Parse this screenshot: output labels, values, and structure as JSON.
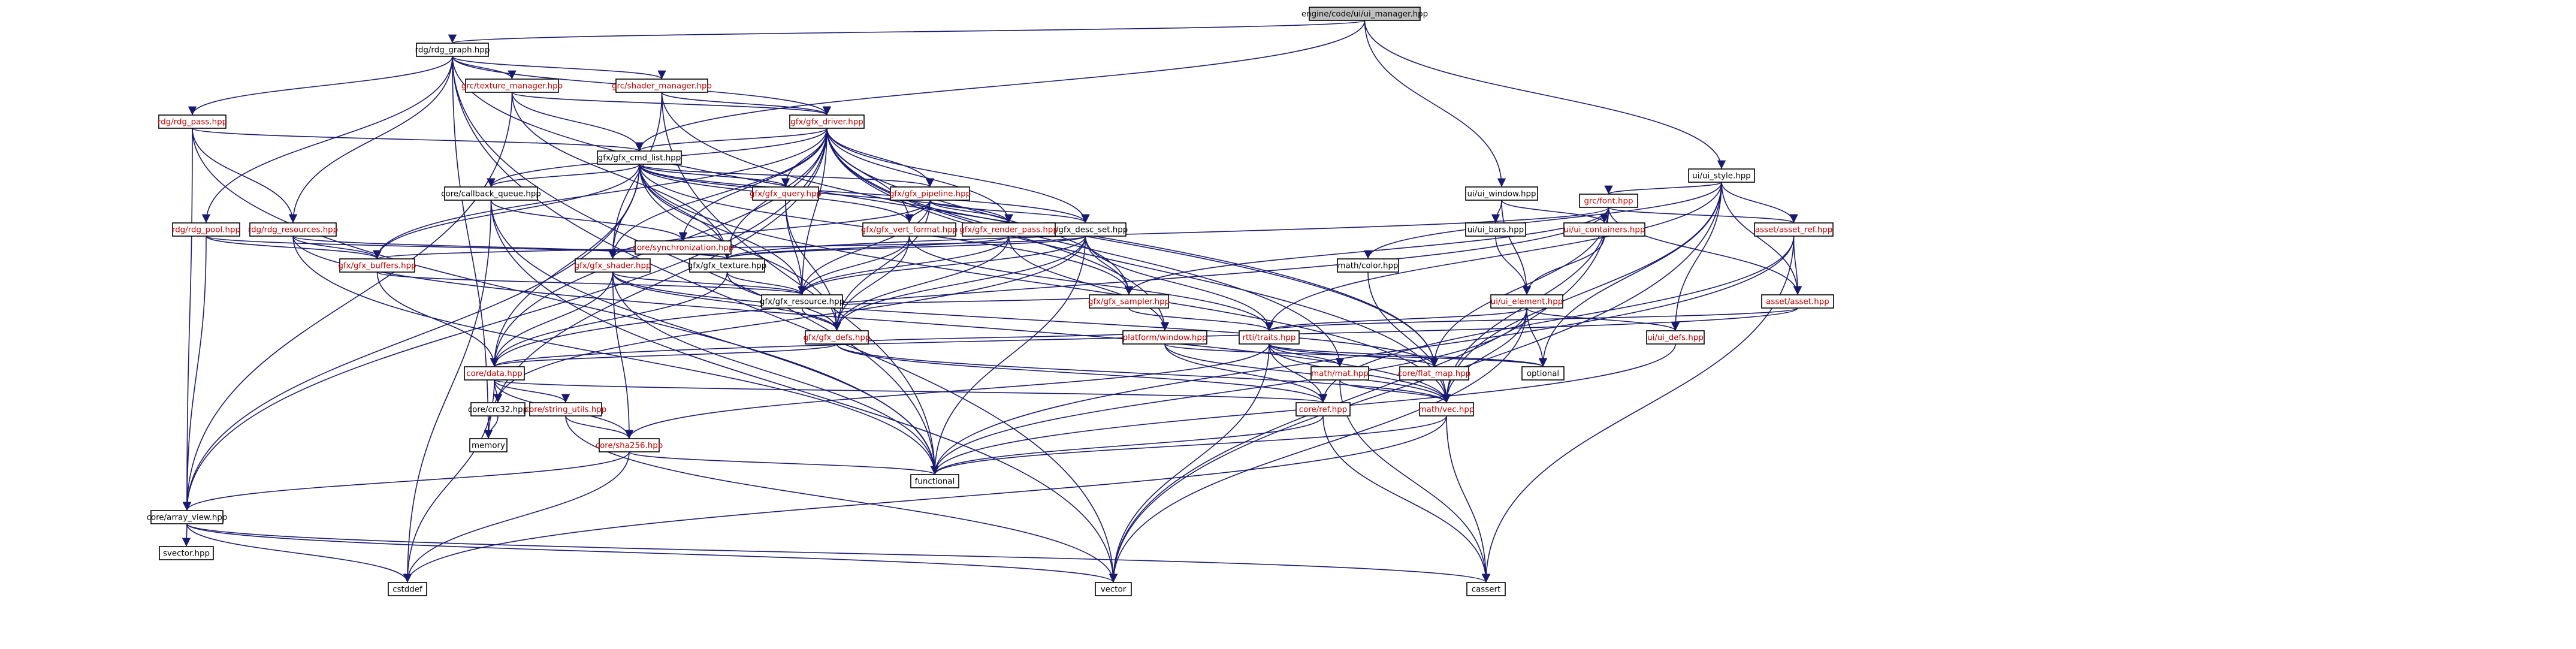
{
  "diagram": {
    "root": "engine/code/ui/ui_manager.hpp",
    "colors": {
      "root_fill": "#bfbfbf",
      "node_fill": "#ffffff",
      "node_border": "#000000",
      "text_default": "#000000",
      "text_link": "#cc0000",
      "text_external": "#000000",
      "edge": "#191970"
    },
    "nodes": [
      {
        "id": "root",
        "label": "engine/code/ui/ui_manager.hpp",
        "kind": "root"
      },
      {
        "id": "rdg_graph",
        "label": "rdg/rdg_graph.hpp",
        "kind": "file"
      },
      {
        "id": "ui_style",
        "label": "ui/ui_style.hpp",
        "kind": "file"
      },
      {
        "id": "texture_manager",
        "label": "grc/texture_manager.hpp",
        "kind": "link"
      },
      {
        "id": "shader_manager",
        "label": "grc/shader_manager.hpp",
        "kind": "link"
      },
      {
        "id": "rdg_pass",
        "label": "rdg/rdg_pass.hpp",
        "kind": "link"
      },
      {
        "id": "gfx_driver",
        "label": "gfx/gfx_driver.hpp",
        "kind": "link"
      },
      {
        "id": "gfx_cmd_list",
        "label": "gfx/gfx_cmd_list.hpp",
        "kind": "file"
      },
      {
        "id": "ui_window",
        "label": "ui/ui_window.hpp",
        "kind": "file"
      },
      {
        "id": "grc_font",
        "label": "grc/font.hpp",
        "kind": "link"
      },
      {
        "id": "callback_queue",
        "label": "core/callback_queue.hpp",
        "kind": "file"
      },
      {
        "id": "gfx_query",
        "label": "gfx/gfx_query.hpp",
        "kind": "link"
      },
      {
        "id": "gfx_pipeline",
        "label": "gfx/gfx_pipeline.hpp",
        "kind": "link"
      },
      {
        "id": "gfx_desc_set",
        "label": "gfx/gfx_desc_set.hpp",
        "kind": "file"
      },
      {
        "id": "rdg_pool",
        "label": "rdg/rdg_pool.hpp",
        "kind": "link"
      },
      {
        "id": "rdg_resources",
        "label": "rdg/rdg_resources.hpp",
        "kind": "link"
      },
      {
        "id": "synchronization",
        "label": "core/synchronization.hpp",
        "kind": "link"
      },
      {
        "id": "gfx_vert_format",
        "label": "gfx/gfx_vert_format.hpp",
        "kind": "link"
      },
      {
        "id": "gfx_render_pass",
        "label": "gfx/gfx_render_pass.hpp",
        "kind": "link"
      },
      {
        "id": "ui_bars",
        "label": "ui/ui_bars.hpp",
        "kind": "file"
      },
      {
        "id": "ui_containers",
        "label": "ui/ui_containers.hpp",
        "kind": "link"
      },
      {
        "id": "asset_ref",
        "label": "asset/asset_ref.hpp",
        "kind": "link"
      },
      {
        "id": "gfx_shader",
        "label": "gfx/gfx_shader.hpp",
        "kind": "link"
      },
      {
        "id": "gfx_buffers",
        "label": "gfx/gfx_buffers.hpp",
        "kind": "link"
      },
      {
        "id": "gfx_texture",
        "label": "gfx/gfx_texture.hpp",
        "kind": "file"
      },
      {
        "id": "math_color",
        "label": "math/color.hpp",
        "kind": "file"
      },
      {
        "id": "gfx_sampler",
        "label": "gfx/gfx_sampler.hpp",
        "kind": "link"
      },
      {
        "id": "ui_element",
        "label": "ui/ui_element.hpp",
        "kind": "link"
      },
      {
        "id": "asset_asset",
        "label": "asset/asset.hpp",
        "kind": "link"
      },
      {
        "id": "gfx_resource",
        "label": "gfx/gfx_resource.hpp",
        "kind": "file"
      },
      {
        "id": "platform_window",
        "label": "platform/window.hpp",
        "kind": "link"
      },
      {
        "id": "gfx_defs",
        "label": "gfx/gfx_defs.hpp",
        "kind": "link"
      },
      {
        "id": "rtti_traits",
        "label": "rtti/traits.hpp",
        "kind": "link"
      },
      {
        "id": "ui_defs",
        "label": "ui/ui_defs.hpp",
        "kind": "link"
      },
      {
        "id": "core_data",
        "label": "core/data.hpp",
        "kind": "link"
      },
      {
        "id": "math_mat",
        "label": "math/mat.hpp",
        "kind": "link"
      },
      {
        "id": "flat_map",
        "label": "core/flat_map.hpp",
        "kind": "link"
      },
      {
        "id": "optional",
        "label": "optional",
        "kind": "external"
      },
      {
        "id": "crc32",
        "label": "core/crc32.hpp",
        "kind": "file"
      },
      {
        "id": "string_utils",
        "label": "core/string_utils.hpp",
        "kind": "link"
      },
      {
        "id": "core_ref",
        "label": "core/ref.hpp",
        "kind": "link"
      },
      {
        "id": "math_vec",
        "label": "math/vec.hpp",
        "kind": "link"
      },
      {
        "id": "memory",
        "label": "memory",
        "kind": "external"
      },
      {
        "id": "sha256",
        "label": "core/sha256.hpp",
        "kind": "link"
      },
      {
        "id": "functional",
        "label": "functional",
        "kind": "external"
      },
      {
        "id": "array_view",
        "label": "core/array_view.hpp",
        "kind": "file"
      },
      {
        "id": "svector",
        "label": "svector.hpp",
        "kind": "external"
      },
      {
        "id": "cstddef",
        "label": "cstddef",
        "kind": "external"
      },
      {
        "id": "vector",
        "label": "vector",
        "kind": "external"
      },
      {
        "id": "cassert",
        "label": "cassert",
        "kind": "external"
      }
    ],
    "edges": [
      [
        "root",
        "rdg_graph"
      ],
      [
        "root",
        "ui_style"
      ],
      [
        "root",
        "ui_window"
      ],
      [
        "root",
        "gfx_cmd_list"
      ],
      [
        "rdg_graph",
        "texture_manager"
      ],
      [
        "rdg_graph",
        "shader_manager"
      ],
      [
        "rdg_graph",
        "rdg_pass"
      ],
      [
        "rdg_graph",
        "gfx_driver"
      ],
      [
        "rdg_graph",
        "rdg_pool"
      ],
      [
        "rdg_graph",
        "rdg_resources"
      ],
      [
        "rdg_graph",
        "flat_map"
      ],
      [
        "rdg_graph",
        "memory"
      ],
      [
        "rdg_graph",
        "functional"
      ],
      [
        "rdg_graph",
        "vector"
      ],
      [
        "texture_manager",
        "gfx_driver"
      ],
      [
        "texture_manager",
        "gfx_cmd_list"
      ],
      [
        "texture_manager",
        "gfx_texture"
      ],
      [
        "texture_manager",
        "array_view"
      ],
      [
        "shader_manager",
        "gfx_driver"
      ],
      [
        "shader_manager",
        "gfx_shader"
      ],
      [
        "shader_manager",
        "flat_map"
      ],
      [
        "shader_manager",
        "functional"
      ],
      [
        "rdg_pass",
        "gfx_cmd_list"
      ],
      [
        "rdg_pass",
        "rdg_resources"
      ],
      [
        "rdg_pass",
        "functional"
      ],
      [
        "rdg_pass",
        "array_view"
      ],
      [
        "gfx_driver",
        "gfx_cmd_list"
      ],
      [
        "gfx_driver",
        "callback_queue"
      ],
      [
        "gfx_driver",
        "gfx_query"
      ],
      [
        "gfx_driver",
        "gfx_pipeline"
      ],
      [
        "gfx_driver",
        "gfx_desc_set"
      ],
      [
        "gfx_driver",
        "gfx_render_pass"
      ],
      [
        "gfx_driver",
        "gfx_vert_format"
      ],
      [
        "gfx_driver",
        "gfx_shader"
      ],
      [
        "gfx_driver",
        "gfx_buffers"
      ],
      [
        "gfx_driver",
        "gfx_texture"
      ],
      [
        "gfx_driver",
        "gfx_sampler"
      ],
      [
        "gfx_driver",
        "gfx_resource"
      ],
      [
        "gfx_driver",
        "platform_window"
      ],
      [
        "gfx_driver",
        "core_data"
      ],
      [
        "gfx_driver",
        "math_mat"
      ],
      [
        "gfx_driver",
        "math_vec"
      ],
      [
        "gfx_driver",
        "array_view"
      ],
      [
        "gfx_driver",
        "memory"
      ],
      [
        "gfx_driver",
        "synchronization"
      ],
      [
        "gfx_cmd_list",
        "callback_queue"
      ],
      [
        "gfx_cmd_list",
        "gfx_query"
      ],
      [
        "gfx_cmd_list",
        "gfx_pipeline"
      ],
      [
        "gfx_cmd_list",
        "gfx_desc_set"
      ],
      [
        "gfx_cmd_list",
        "gfx_render_pass"
      ],
      [
        "gfx_cmd_list",
        "gfx_vert_format"
      ],
      [
        "gfx_cmd_list",
        "gfx_shader"
      ],
      [
        "gfx_cmd_list",
        "gfx_buffers"
      ],
      [
        "gfx_cmd_list",
        "gfx_texture"
      ],
      [
        "gfx_cmd_list",
        "gfx_sampler"
      ],
      [
        "gfx_cmd_list",
        "gfx_resource"
      ],
      [
        "gfx_cmd_list",
        "gfx_defs"
      ],
      [
        "gfx_cmd_list",
        "core_data"
      ],
      [
        "gfx_cmd_list",
        "math_vec"
      ],
      [
        "gfx_cmd_list",
        "array_view"
      ],
      [
        "callback_queue",
        "synchronization"
      ],
      [
        "callback_queue",
        "functional"
      ],
      [
        "callback_queue",
        "vector"
      ],
      [
        "callback_queue",
        "cstddef"
      ],
      [
        "gfx_query",
        "gfx_resource"
      ],
      [
        "gfx_query",
        "gfx_defs"
      ],
      [
        "gfx_pipeline",
        "gfx_resource"
      ],
      [
        "gfx_pipeline",
        "gfx_defs"
      ],
      [
        "gfx_pipeline",
        "gfx_vert_format"
      ],
      [
        "gfx_pipeline",
        "gfx_render_pass"
      ],
      [
        "gfx_pipeline",
        "gfx_desc_set"
      ],
      [
        "gfx_pipeline",
        "gfx_shader"
      ],
      [
        "gfx_desc_set",
        "gfx_resource"
      ],
      [
        "gfx_desc_set",
        "gfx_defs"
      ],
      [
        "gfx_desc_set",
        "gfx_sampler"
      ],
      [
        "gfx_desc_set",
        "gfx_texture"
      ],
      [
        "gfx_desc_set",
        "gfx_buffers"
      ],
      [
        "gfx_desc_set",
        "rtti_traits"
      ],
      [
        "gfx_desc_set",
        "crc32"
      ],
      [
        "gfx_desc_set",
        "functional"
      ],
      [
        "gfx_vert_format",
        "gfx_resource"
      ],
      [
        "gfx_vert_format",
        "gfx_defs"
      ],
      [
        "gfx_vert_format",
        "rtti_traits"
      ],
      [
        "gfx_render_pass",
        "gfx_resource"
      ],
      [
        "gfx_render_pass",
        "gfx_defs"
      ],
      [
        "gfx_render_pass",
        "gfx_texture"
      ],
      [
        "gfx_render_pass",
        "platform_window"
      ],
      [
        "rdg_pool",
        "gfx_buffers"
      ],
      [
        "rdg_pool",
        "gfx_texture"
      ],
      [
        "rdg_pool",
        "array_view"
      ],
      [
        "rdg_resources",
        "gfx_buffers"
      ],
      [
        "rdg_resources",
        "gfx_texture"
      ],
      [
        "rdg_resources",
        "math_vec"
      ],
      [
        "rdg_resources",
        "functional"
      ],
      [
        "gfx_shader",
        "gfx_resource"
      ],
      [
        "gfx_shader",
        "gfx_defs"
      ],
      [
        "gfx_shader",
        "core_data"
      ],
      [
        "gfx_shader",
        "sha256"
      ],
      [
        "gfx_shader",
        "flat_map"
      ],
      [
        "gfx_shader",
        "functional"
      ],
      [
        "gfx_buffers",
        "gfx_resource"
      ],
      [
        "gfx_buffers",
        "core_data"
      ],
      [
        "gfx_texture",
        "gfx_resource"
      ],
      [
        "gfx_texture",
        "gfx_defs"
      ],
      [
        "gfx_texture",
        "core_data"
      ],
      [
        "gfx_sampler",
        "gfx_resource"
      ],
      [
        "gfx_sampler",
        "rtti_traits"
      ],
      [
        "gfx_resource",
        "gfx_defs"
      ],
      [
        "gfx_defs",
        "core_ref"
      ],
      [
        "gfx_defs",
        "math_vec"
      ],
      [
        "gfx_defs",
        "core_data"
      ],
      [
        "platform_window",
        "gfx_defs"
      ],
      [
        "platform_window",
        "core_ref"
      ],
      [
        "platform_window",
        "math_vec"
      ],
      [
        "platform_window",
        "optional"
      ],
      [
        "ui_window",
        "ui_bars"
      ],
      [
        "ui_window",
        "ui_containers"
      ],
      [
        "ui_window",
        "ui_element"
      ],
      [
        "ui_bars",
        "ui_element"
      ],
      [
        "ui_containers",
        "ui_element"
      ],
      [
        "ui_style",
        "grc_font"
      ],
      [
        "ui_style",
        "math_color"
      ],
      [
        "ui_style",
        "asset_ref"
      ],
      [
        "ui_style",
        "asset_asset"
      ],
      [
        "ui_style",
        "ui_defs"
      ],
      [
        "ui_style",
        "rtti_traits"
      ],
      [
        "ui_style",
        "math_vec"
      ],
      [
        "ui_style",
        "optional"
      ],
      [
        "ui_style",
        "vector"
      ],
      [
        "grc_font",
        "gfx_texture"
      ],
      [
        "grc_font",
        "asset_ref"
      ],
      [
        "grc_font",
        "asset_asset"
      ],
      [
        "grc_font",
        "gfx_sampler"
      ],
      [
        "grc_font",
        "core_data"
      ],
      [
        "grc_font",
        "flat_map"
      ],
      [
        "grc_font",
        "math_vec"
      ],
      [
        "grc_font",
        "vector"
      ],
      [
        "asset_ref",
        "asset_asset"
      ],
      [
        "asset_ref",
        "core_ref"
      ],
      [
        "asset_ref",
        "cassert"
      ],
      [
        "asset_ref",
        "functional"
      ],
      [
        "asset_asset",
        "rtti_traits"
      ],
      [
        "asset_asset",
        "core_data"
      ],
      [
        "ui_element",
        "ui_defs"
      ],
      [
        "ui_element",
        "rtti_traits"
      ],
      [
        "ui_element",
        "math_vec"
      ],
      [
        "ui_element",
        "optional"
      ],
      [
        "ui_element",
        "vector"
      ],
      [
        "ui_element",
        "functional"
      ],
      [
        "ui_defs",
        "functional"
      ],
      [
        "rtti_traits",
        "math_mat"
      ],
      [
        "rtti_traits",
        "math_vec"
      ],
      [
        "rtti_traits",
        "core_ref"
      ],
      [
        "rtti_traits",
        "flat_map"
      ],
      [
        "rtti_traits",
        "optional"
      ],
      [
        "rtti_traits",
        "sha256"
      ],
      [
        "rtti_traits",
        "vector"
      ],
      [
        "core_data",
        "crc32"
      ],
      [
        "core_data",
        "string_utils"
      ],
      [
        "core_data",
        "sha256"
      ],
      [
        "core_data",
        "core_ref"
      ],
      [
        "core_data",
        "cstddef"
      ],
      [
        "math_mat",
        "math_vec"
      ],
      [
        "math_mat",
        "cassert"
      ],
      [
        "math_vec",
        "functional"
      ],
      [
        "math_vec",
        "cstddef"
      ],
      [
        "math_vec",
        "cassert"
      ],
      [
        "core_ref",
        "functional"
      ],
      [
        "core_ref",
        "cassert"
      ],
      [
        "crc32",
        "memory"
      ],
      [
        "string_utils",
        "sha256"
      ],
      [
        "string_utils",
        "vector"
      ],
      [
        "sha256",
        "array_view"
      ],
      [
        "sha256",
        "functional"
      ],
      [
        "sha256",
        "cstddef"
      ],
      [
        "array_view",
        "svector"
      ],
      [
        "array_view",
        "cstddef"
      ],
      [
        "array_view",
        "vector"
      ],
      [
        "array_view",
        "cassert"
      ],
      [
        "math_color",
        "math_vec"
      ]
    ]
  }
}
